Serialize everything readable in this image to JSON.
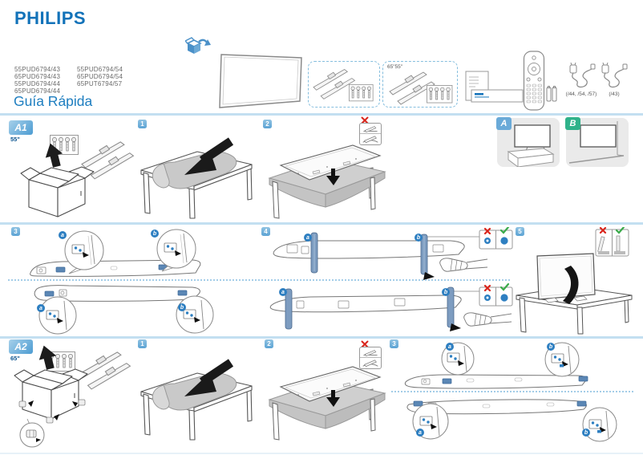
{
  "header": {
    "brand": "PHILIPS",
    "models_col1": [
      "55PUD6794/43",
      "65PUD6794/43",
      "55PUD6794/44",
      "65PUD6794/44"
    ],
    "models_col2": [
      "55PUD6794/54",
      "65PUD6794/54",
      "65PUT6794/57"
    ],
    "title": "Guía Rápida"
  },
  "box_contents": {
    "stand_size_label": "65\"55\"",
    "cable_a_label": "(/44, /54, /57)",
    "cable_b_label": "(/43)"
  },
  "sections": {
    "a1_badge": "A1",
    "a1_size": "55\"",
    "a2_badge": "A2",
    "a2_size": "65\"",
    "option_a": "A",
    "option_b": "B"
  },
  "steps": {
    "s1": "1",
    "s2": "2",
    "s3": "3",
    "s4": "4",
    "s5": "5"
  },
  "callouts": {
    "a": "a",
    "b": "b"
  },
  "colors": {
    "philips_blue": "#1272b9",
    "title_blue": "#1e7ec0",
    "step_badge_blue": "#72b1da",
    "option_a_blue": "#6aaad8",
    "option_b_green": "#2fb28a",
    "divider_blue": "#c3dff1",
    "dashed_border_blue": "#85bede",
    "stand_bar_blue": "#7d9cc0",
    "callout_dot_blue": "#2e7fc1",
    "error_red": "#d9251c",
    "ok_green": "#3aaa4a"
  }
}
